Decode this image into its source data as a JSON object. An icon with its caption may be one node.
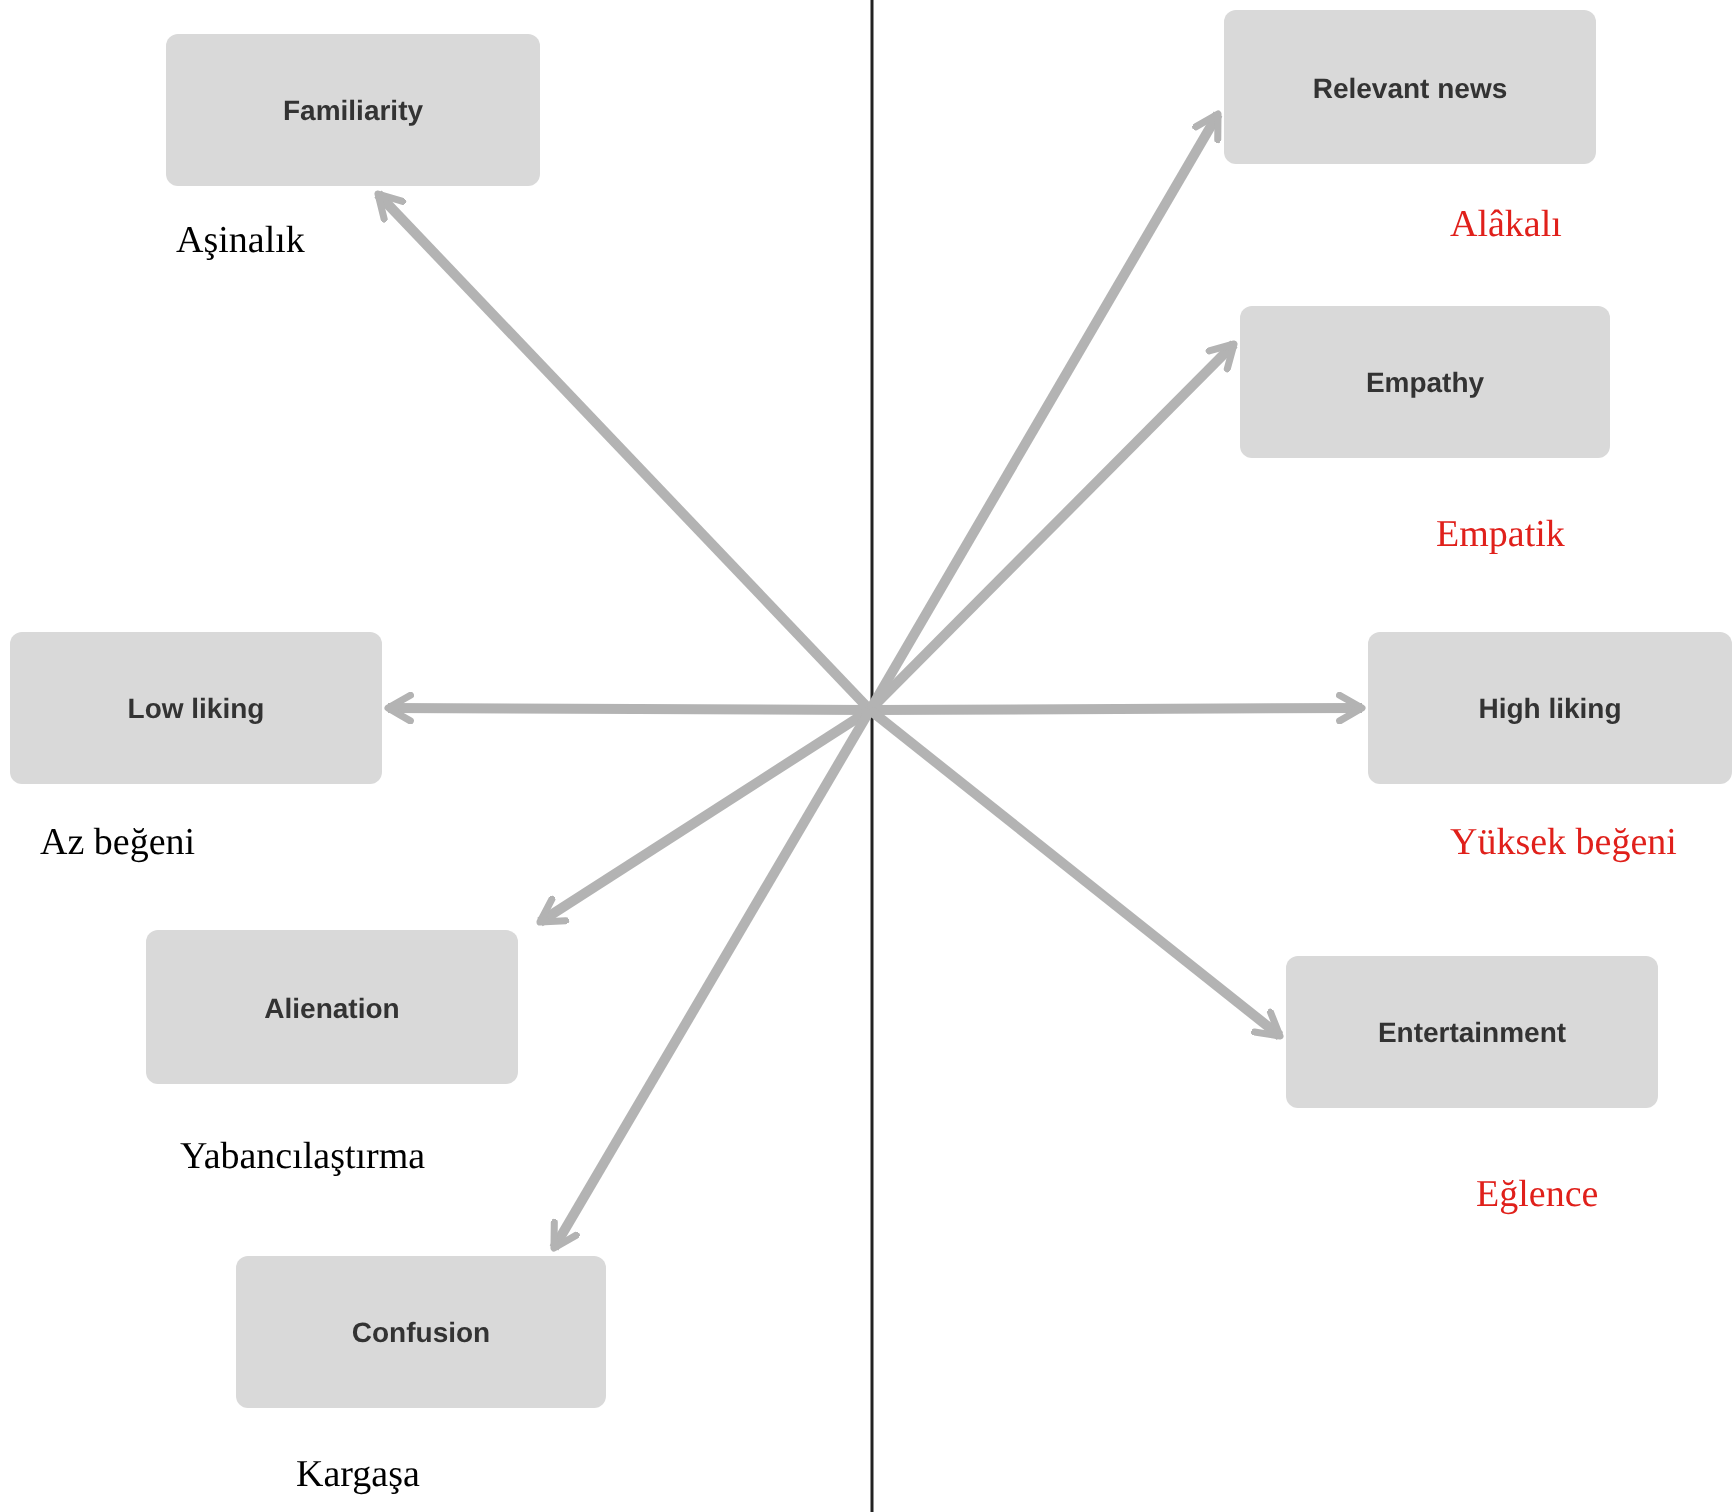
{
  "diagram": {
    "nodes": [
      {
        "text": [
          "Familiarity"
        ],
        "beside": [
          "Aşinalık"
        ]
      },
      {
        "text": [
          "Relevant news"
        ],
        "beside": [
          "Alâkalı"
        ]
      },
      {
        "text": [
          "Empathy"
        ],
        "beside": [
          "Empatik"
        ]
      },
      {
        "text": [
          "Low liking"
        ],
        "beside": [
          "Az beğeni"
        ]
      },
      {
        "text": [
          "High liking"
        ],
        "beside": [
          "Yüksek beğeni"
        ]
      },
      {
        "text": [
          "Alienation"
        ],
        "beside": [
          "Yabancılaştırma"
        ]
      },
      {
        "text": [
          "Entertainment"
        ],
        "beside": [
          "Eğlence"
        ]
      },
      {
        "text": [
          "Confusion"
        ],
        "beside": [
          "Kargaşa"
        ]
      }
    ],
    "edges": [
      {
        "from": null,
        "to": 0,
        "arrow": "to"
      },
      {
        "from": null,
        "to": 1,
        "arrow": "to"
      },
      {
        "from": null,
        "to": 2,
        "arrow": "to"
      },
      {
        "from": null,
        "to": 3,
        "arrow": "to"
      },
      {
        "from": null,
        "to": 4,
        "arrow": "to"
      },
      {
        "from": null,
        "to": 5,
        "arrow": "to"
      },
      {
        "from": null,
        "to": 6,
        "arrow": "to"
      },
      {
        "from": null,
        "to": 7,
        "arrow": "to"
      }
    ]
  }
}
